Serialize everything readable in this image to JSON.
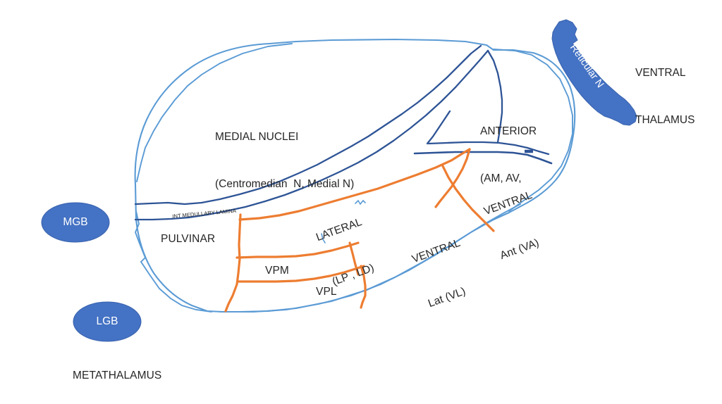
{
  "diagram": {
    "title": "Thalamic nuclei schematic",
    "colors": {
      "outline_light_blue": "#5B9BD5",
      "lamina_dark_blue": "#2E5496",
      "division_orange": "#ED7D31",
      "nucleus_fill_blue": "#4472C4",
      "text_dark": "#262626",
      "text_white": "#FFFFFF",
      "background": "#FFFFFF"
    },
    "labels": {
      "medial_nuclei_line1": "MEDIAL NUCLEI",
      "medial_nuclei_line2": "(Centromedian  N, Medial N)",
      "anterior_line1": "ANTERIOR",
      "anterior_line2": "(AM, AV,",
      "int_medullary_lamina": "INT MEDULLARY LAMINA",
      "pulvinar": "PULVINAR",
      "lateral_line1": "LATERAL",
      "lateral_line2": "(LP , LD)",
      "ventral_lat_line1": "VENTRAL",
      "ventral_lat_line2": "Lat (VL)",
      "ventral_ant_line1": "VENTRAL",
      "ventral_ant_line2": "Ant (VA)",
      "vpm": "VPM",
      "vpl": "VPL",
      "reticular_n": "Reticular N",
      "ventral_thalamus_line1": "VENTRAL",
      "ventral_thalamus_line2": "THALAMUS",
      "mgb": "MGB",
      "lgb": "LGB",
      "metathalamus": "METATHALAMUS"
    }
  }
}
